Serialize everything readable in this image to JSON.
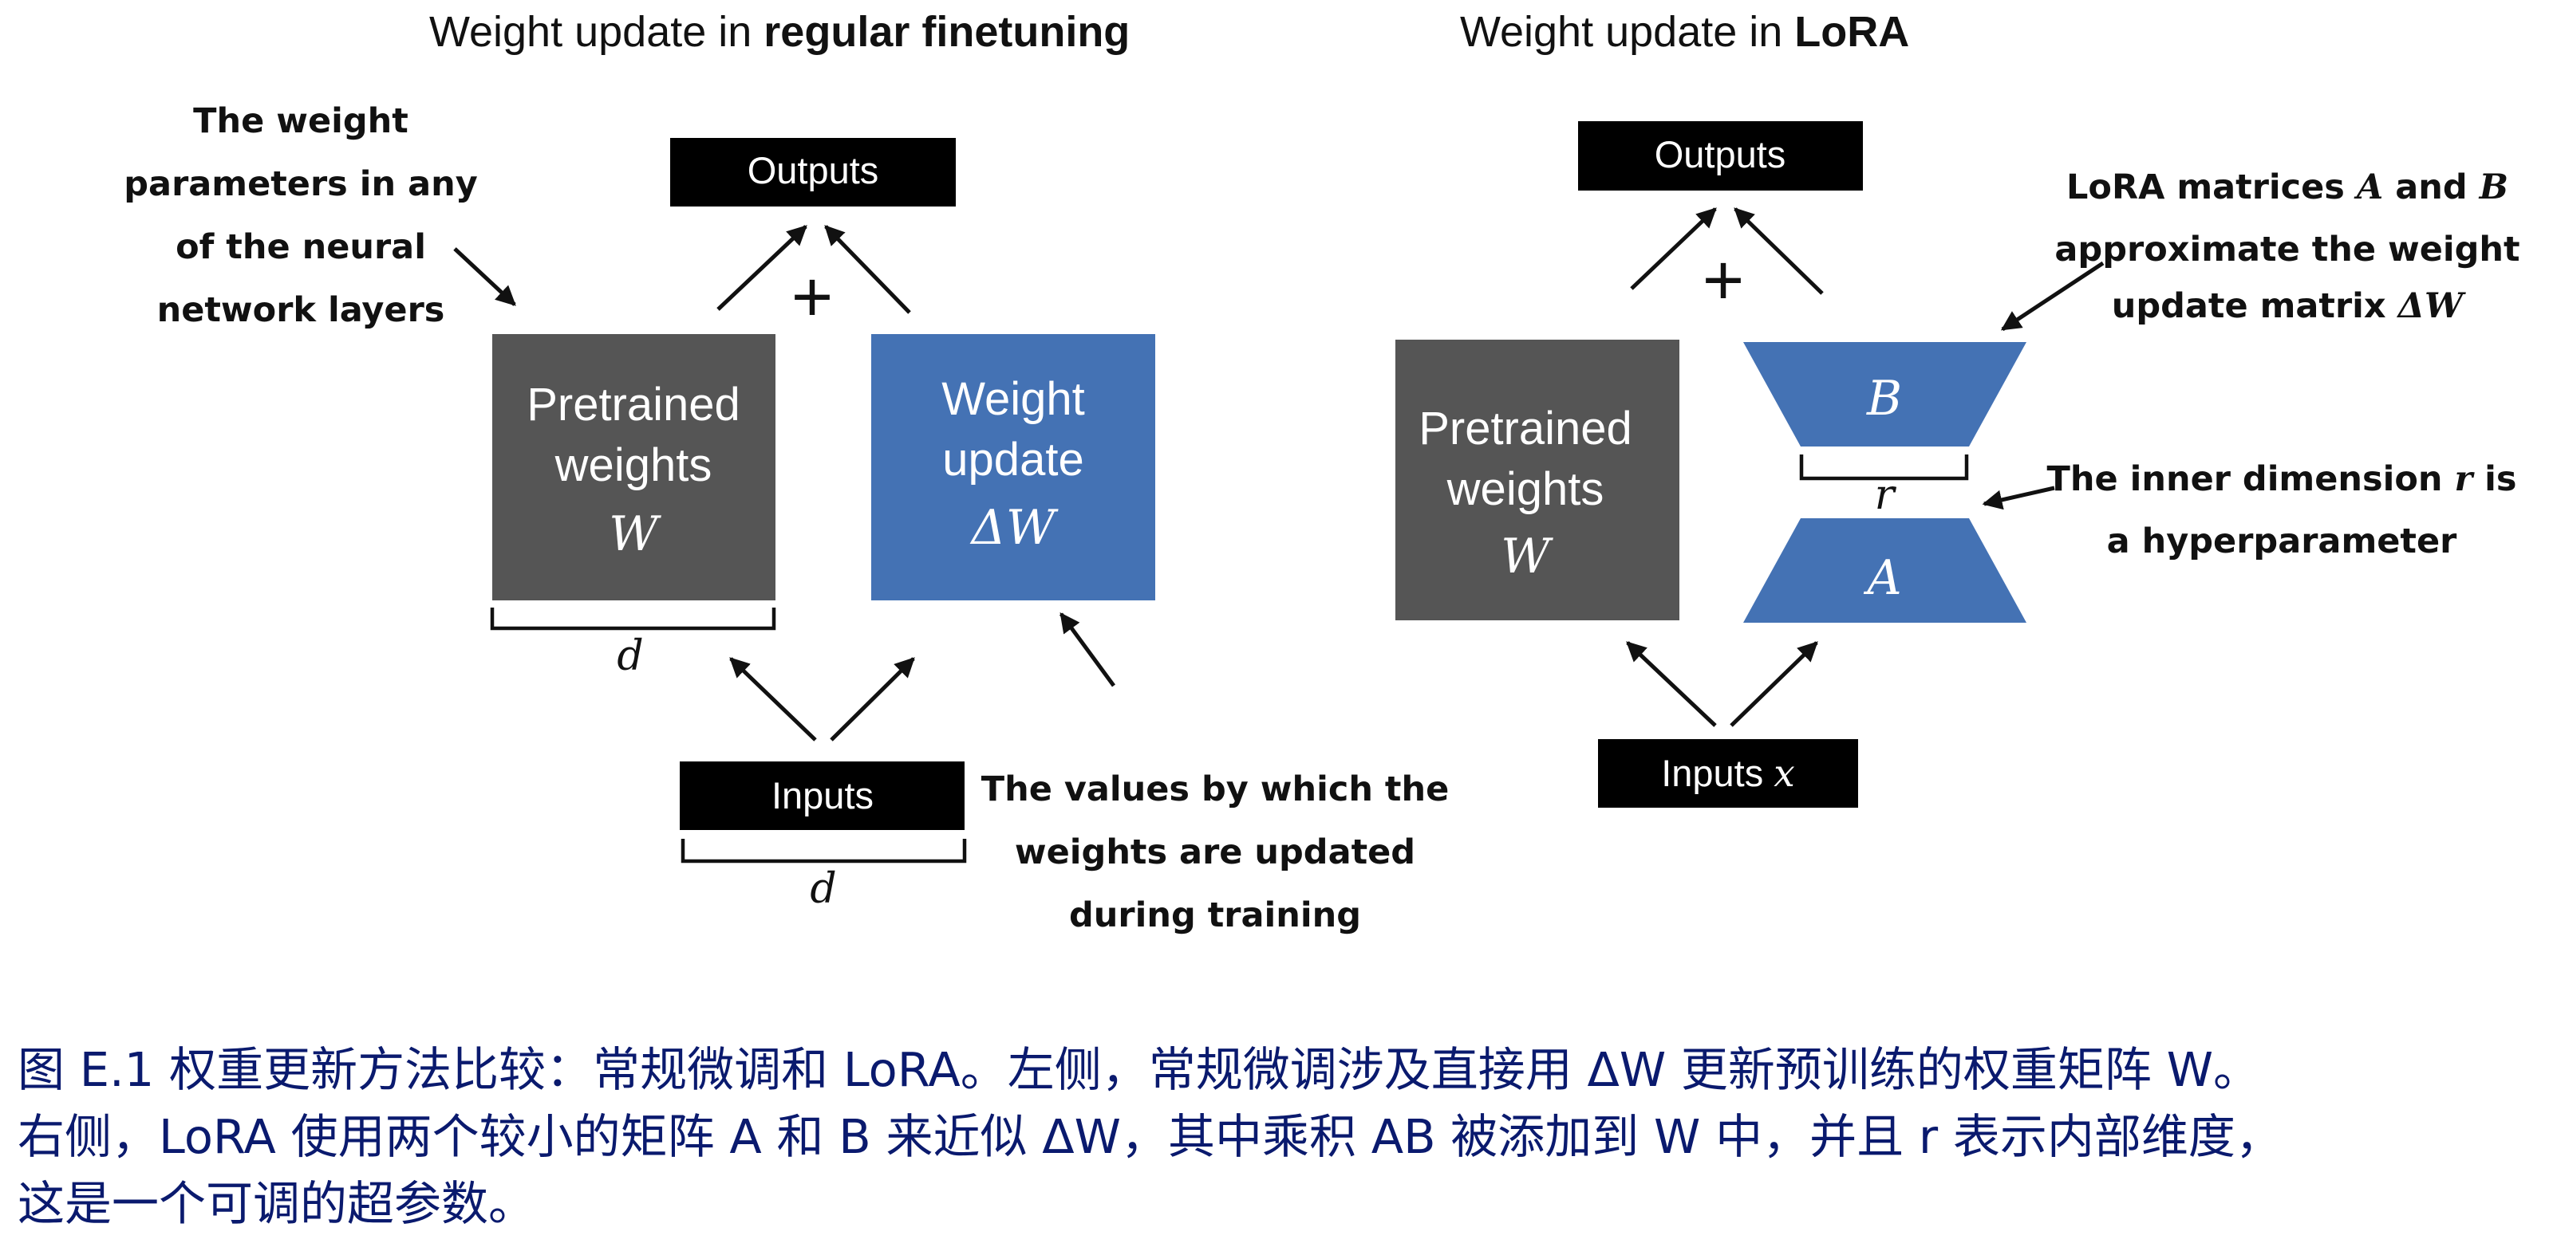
{
  "left": {
    "title_prefix": "Weight update in ",
    "title_bold": "regular finetuning",
    "outputs": "Outputs",
    "inputs": "Inputs",
    "pretrained_line1": "Pretrained",
    "pretrained_line2": "weights",
    "pretrained_symbol": "W",
    "update_line1": "Weight",
    "update_line2": "update",
    "update_symbol": "ΔW",
    "plus": "+",
    "dim_label_weights": "d",
    "dim_label_inputs": "d",
    "note_weights": [
      "The weight",
      "parameters in any",
      "of the neural",
      "network layers"
    ],
    "note_values": [
      "The values by which the",
      "weights are updated",
      "during training"
    ]
  },
  "right": {
    "title_prefix": "Weight update in ",
    "title_bold": "LoRA",
    "outputs": "Outputs",
    "inputs_text": "Inputs ",
    "inputs_symbol": "x",
    "pretrained_line1": "Pretrained",
    "pretrained_line2": "weights",
    "pretrained_symbol": "W",
    "matrix_b": "B",
    "matrix_a": "A",
    "rank": "r",
    "plus": "+",
    "note_lora_1_text": "LoRA matrices ",
    "note_lora_1_a": "A",
    "note_lora_1_and": " and ",
    "note_lora_1_b": "B",
    "note_lora_2": "approximate the weight",
    "note_lora_3_text": "update matrix ",
    "note_lora_3_sym": "ΔW",
    "note_rank_1_text": "The inner dimension ",
    "note_rank_1_sym": "r",
    "note_rank_1_end": " is",
    "note_rank_2": "a hyperparameter"
  },
  "caption": {
    "line1": "图 E.1 权重更新方法比较：常规微调和 LoRA。左侧，常规微调涉及直接用 ΔW 更新预训练的权重矩阵 W。",
    "line2": "右侧，LoRA 使用两个较小的矩阵 A 和 B 来近似 ΔW，其中乘积 AB 被添加到 W 中，并且 r 表示内部维度，",
    "line3": "这是一个可调的超参数。"
  },
  "colors": {
    "pretrained_fill": "#555555",
    "update_fill": "#4472b4",
    "label_box_fill": "#000000",
    "caption_text": "#0a1a6e"
  }
}
